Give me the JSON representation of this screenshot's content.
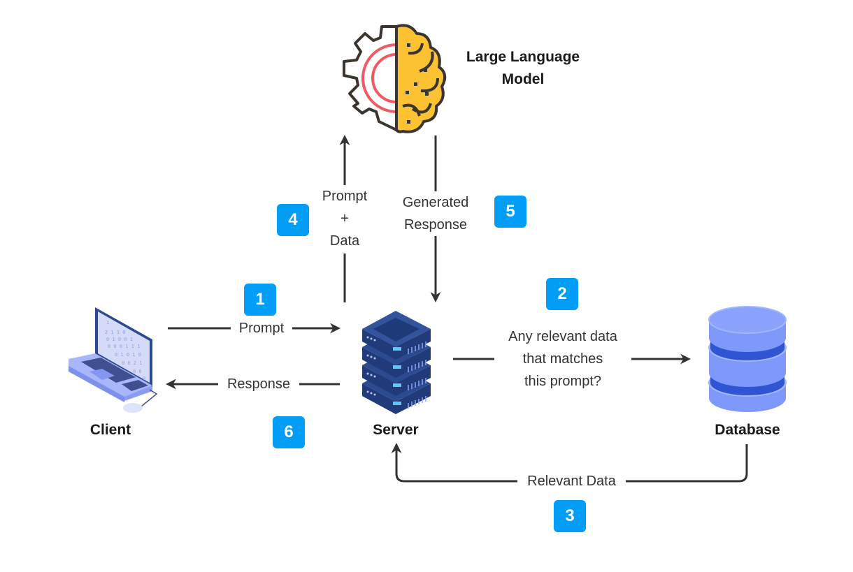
{
  "diagram": {
    "nodes": {
      "llm": {
        "label_line1": "Large Language",
        "label_line2": "Model",
        "icon": "gear-brain-icon"
      },
      "client": {
        "label": "Client",
        "icon": "laptop-icon"
      },
      "server": {
        "label": "Server",
        "icon": "server-rack-icon"
      },
      "database": {
        "label": "Database",
        "icon": "database-icon"
      }
    },
    "edges": [
      {
        "step": "1",
        "from": "client",
        "to": "server",
        "label": "Prompt"
      },
      {
        "step": "2",
        "from": "server",
        "to": "database",
        "label_lines": [
          "Any relevant data",
          "that matches",
          "this prompt?"
        ]
      },
      {
        "step": "3",
        "from": "database",
        "to": "server",
        "label": "Relevant Data"
      },
      {
        "step": "4",
        "from": "server",
        "to": "llm",
        "label_lines": [
          "Prompt",
          "+",
          "Data"
        ]
      },
      {
        "step": "5",
        "from": "llm",
        "to": "server",
        "label_lines": [
          "Generated",
          "Response"
        ]
      },
      {
        "step": "6",
        "from": "server",
        "to": "client",
        "label": "Response"
      }
    ],
    "colors": {
      "badge": "#029df5",
      "arrow": "#333333",
      "server": "#2b4a8f",
      "database": "#7f98fb",
      "laptop": "#9eadf7",
      "brain": "#fcc232",
      "gear_accent": "#f15a64"
    }
  }
}
